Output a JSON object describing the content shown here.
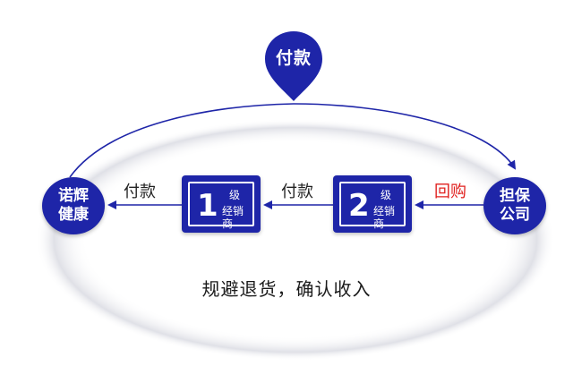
{
  "top_pin": {
    "label": "付款"
  },
  "nodes": {
    "left": {
      "label": "诺辉健康"
    },
    "right": {
      "label": "担保公司"
    }
  },
  "cards": [
    {
      "number": "1",
      "level": "级",
      "role": "经销商"
    },
    {
      "number": "2",
      "level": "级",
      "role": "经销商"
    }
  ],
  "flows": {
    "pay_to_company": "付款",
    "pay_to_level1": "付款",
    "buyback": "回购"
  },
  "caption": "规避退货，确认收入",
  "colors": {
    "primary": "#1e25a8",
    "buyback": "#e0201e",
    "arrow": "#1e25a8"
  }
}
